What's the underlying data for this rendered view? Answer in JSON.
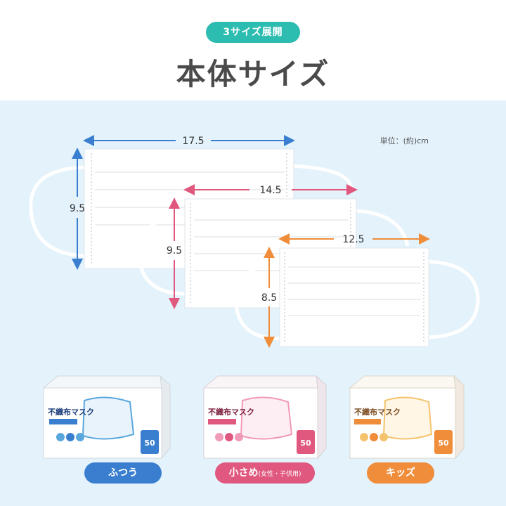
{
  "header": {
    "badge": "3サイズ展開",
    "title": "本体サイズ"
  },
  "unit_note": "単位：(約)cm",
  "masks": [
    {
      "name": "ふつう",
      "width": "17.5",
      "height": "9.5",
      "color": "#3a7fcf"
    },
    {
      "name": "小さめ",
      "width": "14.5",
      "height": "9.5",
      "color": "#e0587e"
    },
    {
      "name": "キッズ",
      "width": "12.5",
      "height": "8.5",
      "color": "#ef8d3a"
    }
  ],
  "packages": [
    {
      "label": "ふつう",
      "sub": "",
      "box_title": "不織布マスク",
      "count": "50",
      "color": "#3a7fcf",
      "accent": "#5aa7de"
    },
    {
      "label": "小さめ",
      "sub": "(女性・子供用)",
      "box_title": "不織布マスク",
      "count": "50",
      "color": "#e0587e",
      "accent": "#f19ab7"
    },
    {
      "label": "キッズ",
      "sub": "",
      "box_title": "不織布マスク",
      "count": "50",
      "color": "#ef8d3a",
      "accent": "#f6c36d"
    }
  ]
}
